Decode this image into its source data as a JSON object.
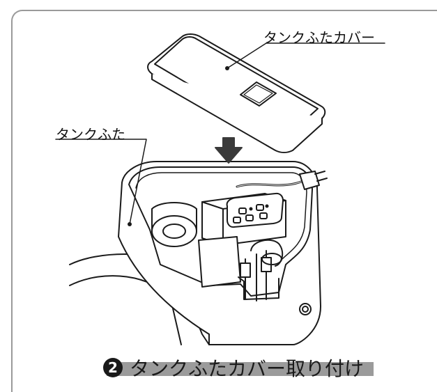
{
  "labels": {
    "lid_cover": "タンクふたカバー",
    "lid": "タンクふた"
  },
  "caption": {
    "step_number": "2",
    "text": "タンクふたカバー取り付け"
  }
}
